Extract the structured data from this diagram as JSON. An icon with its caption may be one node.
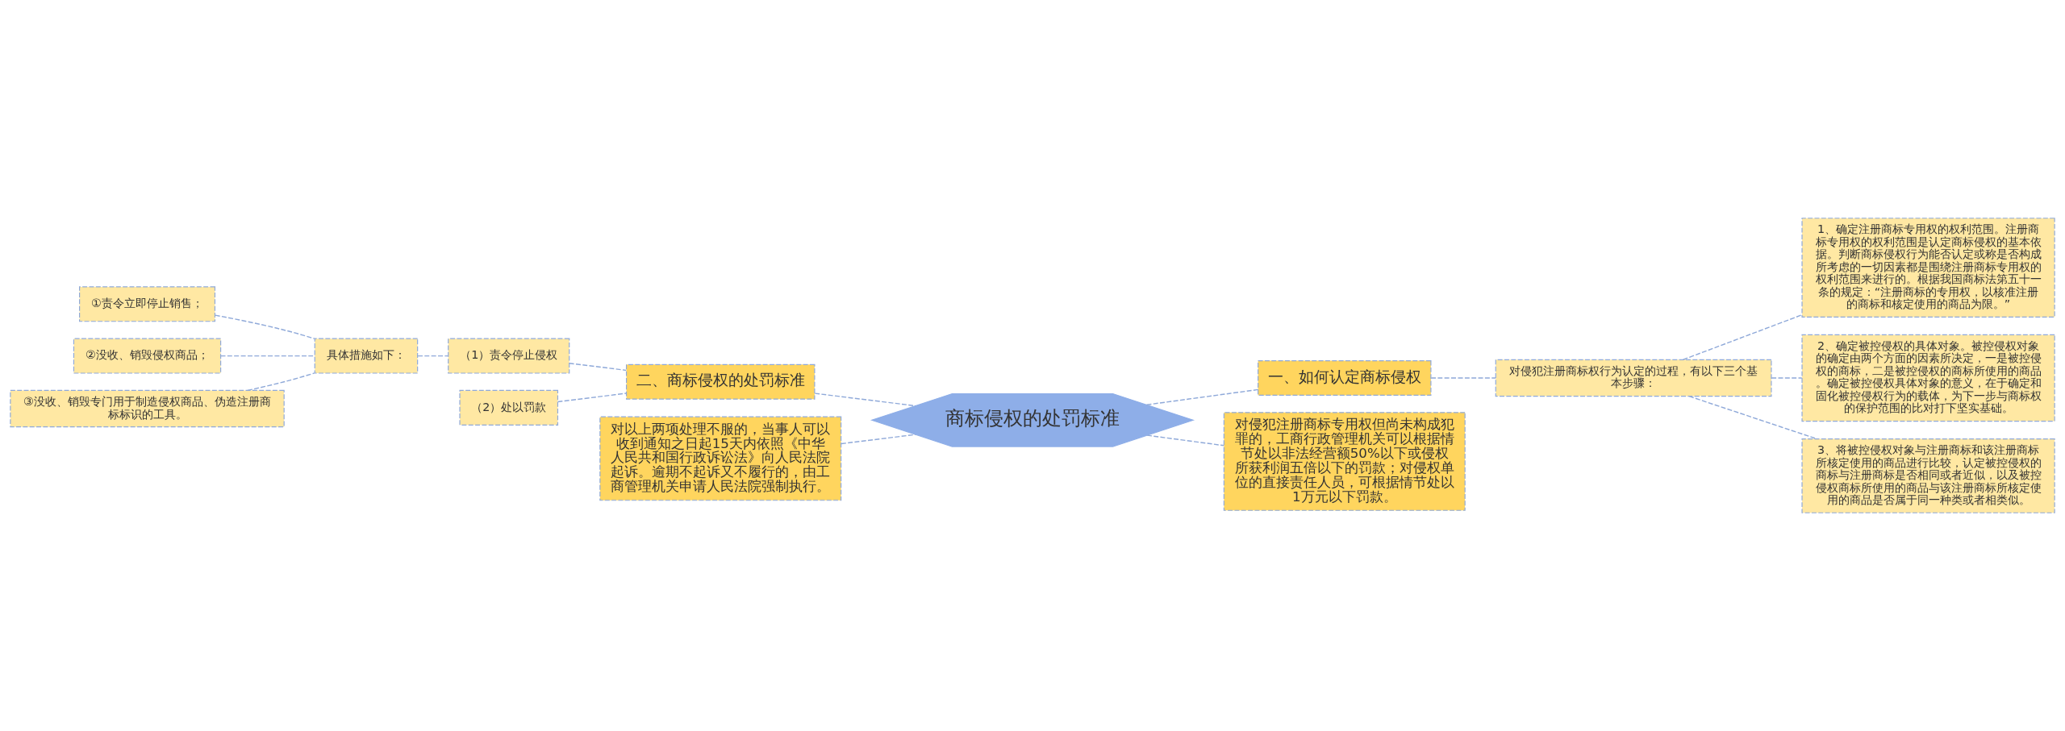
{
  "diagram": {
    "nodes": [
      {
        "text": [
          "商标侵权的处罚标准"
        ]
      },
      {
        "text": [
          "一、如何认定商标侵权"
        ]
      },
      {
        "text": [
          "对侵犯注册商标权行为认定的过程，有以下三个基本步骤："
        ]
      },
      {
        "text": [
          "1、确定注册商标专用权的权利范围。注册商标专用权的权利范围是认定商标侵权的基本依据。判断商标侵权行为能否认定或称是否构成所考虑的一切因素都是围绕注册商标专用权的权利范围来进行的。根据我国商标法第五十一条的规定：“注册商标的专用权，以核准注册的商标和核定使用的商品为限。”"
        ]
      },
      {
        "text": [
          "2、确定被控侵权的具体对象。被控侵权对象的确定由两个方面的因素所决定，一是被控侵权的商标，二是被控侵权的商标所使用的商品。确定被控侵权具体对象的意义，在于确定和固化被控侵权行为的载体，为下一步与商标权的保护范围的比对打下坚实基础。"
        ]
      },
      {
        "text": [
          "3、将被控侵权对象与注册商标和该注册商标所核定使用的商品进行比较，认定被控侵权的商标与注册商标是否相同或者近似，以及被控侵权商标所使用的商品与该注册商标所核定使用的商品是否属于同一种类或者相类似。"
        ]
      },
      {
        "text": [
          "对侵犯注册商标专用权但尚未构成犯罪的，工商行政管理机关可以根据情节处以非法经营额50%以下或侵权所获利润五倍以下的罚款；对侵权单位的直接责任人员，可根据情节处以1万元以下罚款。"
        ]
      },
      {
        "text": [
          "二、商标侵权的处罚标准"
        ]
      },
      {
        "text": [
          "（1）责令停止侵权"
        ]
      },
      {
        "text": [
          "具体措施如下："
        ]
      },
      {
        "text": [
          "①责令立即停止销售；"
        ]
      },
      {
        "text": [
          "②没收、销毁侵权商品；"
        ]
      },
      {
        "text": [
          "③没收、销毁专门用于制造侵权商品、伪造注册商标标识的工具。"
        ]
      },
      {
        "text": [
          "（2）处以罚款"
        ]
      },
      {
        "text": [
          "对以上两项处理不服的，当事人可以收到通知之日起15天内依照《中华人民共和国行政诉讼法》向人民法院起诉。逾期不起诉又不履行的，由工商管理机关申请人民法院强制执行。"
        ]
      }
    ],
    "edges": [
      {
        "from": 0,
        "to": 1,
        "arrow": "none"
      },
      {
        "from": 1,
        "to": 2,
        "arrow": "none"
      },
      {
        "from": 2,
        "to": 3,
        "arrow": "none"
      },
      {
        "from": 2,
        "to": 4,
        "arrow": "none"
      },
      {
        "from": 2,
        "to": 5,
        "arrow": "none"
      },
      {
        "from": 0,
        "to": 6,
        "arrow": "none"
      },
      {
        "from": 0,
        "to": 7,
        "arrow": "none"
      },
      {
        "from": 7,
        "to": 8,
        "arrow": "none"
      },
      {
        "from": 8,
        "to": 9,
        "arrow": "none"
      },
      {
        "from": 9,
        "to": 10,
        "arrow": "none"
      },
      {
        "from": 9,
        "to": 11,
        "arrow": "none"
      },
      {
        "from": 9,
        "to": 12,
        "arrow": "none"
      },
      {
        "from": 7,
        "to": 13,
        "arrow": "none"
      },
      {
        "from": 0,
        "to": 14,
        "arrow": "none"
      }
    ]
  }
}
